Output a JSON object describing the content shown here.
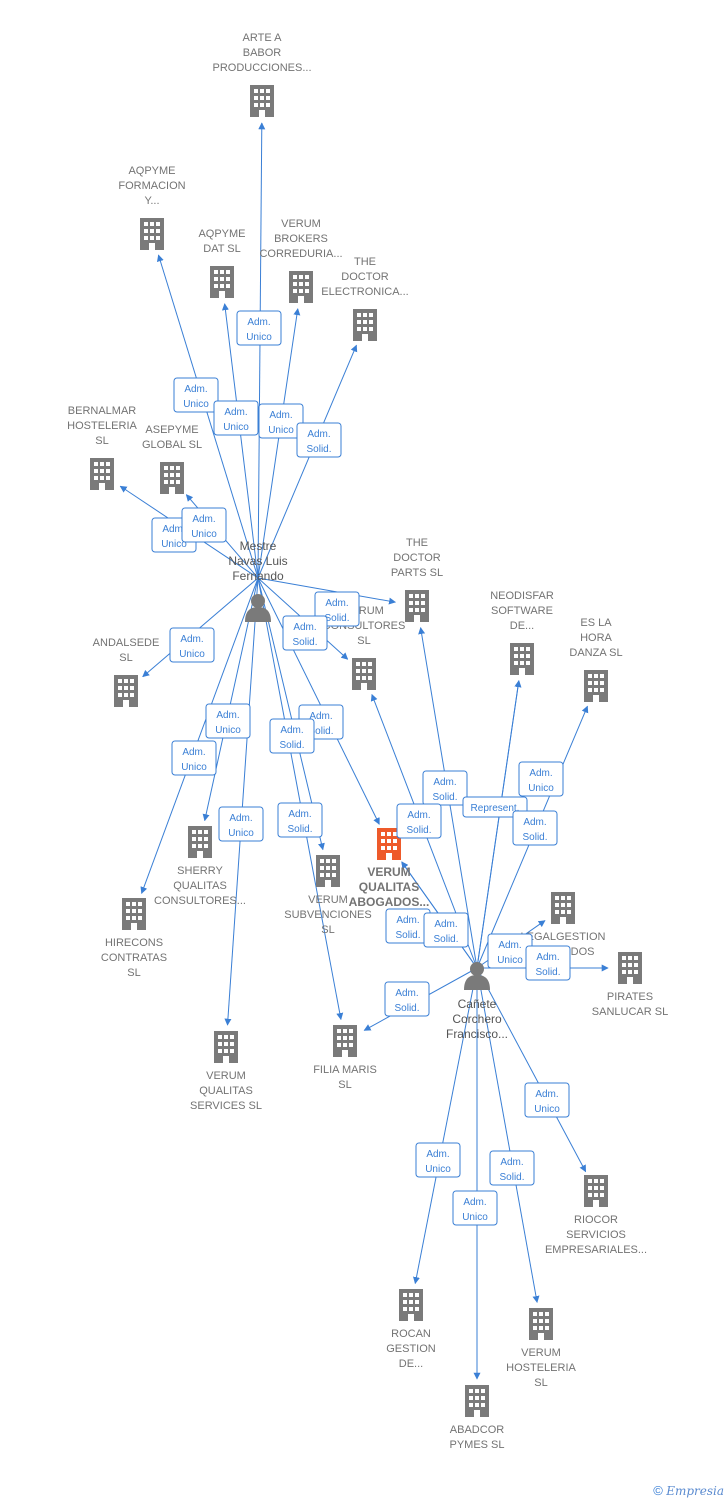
{
  "colors": {
    "edge": "#3a7fd5",
    "building": "#7a7a7a",
    "focus_building": "#ee5a2a",
    "label": "#737373"
  },
  "companies": [
    {
      "id": "arte",
      "lines": [
        "ARTE A",
        "BABOR",
        "PRODUCCIONES..."
      ]
    },
    {
      "id": "aqform",
      "lines": [
        "AQPYME",
        "FORMACION",
        "Y..."
      ]
    },
    {
      "id": "aqdat",
      "lines": [
        "AQPYME",
        "DAT SL"
      ]
    },
    {
      "id": "verbrok",
      "lines": [
        "VERUM",
        "BROKERS",
        "CORREDURIA..."
      ]
    },
    {
      "id": "docelec",
      "lines": [
        "THE",
        "DOCTOR",
        "ELECTRONICA..."
      ]
    },
    {
      "id": "bernal",
      "lines": [
        "BERNALMAR",
        "HOSTELERIA",
        "SL"
      ]
    },
    {
      "id": "asepyme",
      "lines": [
        "ASEPYME",
        "GLOBAL SL"
      ]
    },
    {
      "id": "docparts",
      "lines": [
        "THE",
        "DOCTOR",
        "PARTS  SL"
      ]
    },
    {
      "id": "neodis",
      "lines": [
        "NEODISFAR",
        "SOFTWARE",
        "DE..."
      ]
    },
    {
      "id": "eslahora",
      "lines": [
        "ES LA",
        "HORA",
        "DANZA  SL"
      ]
    },
    {
      "id": "andal",
      "lines": [
        "ANDALSEDE",
        "SL"
      ]
    },
    {
      "id": "verconsult",
      "lines": [
        "VERUM",
        "CONSULTORES",
        "SL"
      ]
    },
    {
      "id": "sherry",
      "lines": [
        "SHERRY",
        "QUALITAS",
        "CONSULTORES..."
      ]
    },
    {
      "id": "hirecons",
      "lines": [
        "HIRECONS",
        "CONTRATAS",
        "SL"
      ]
    },
    {
      "id": "versubv",
      "lines": [
        "VERUM",
        "SUBVENCIONES",
        "SL"
      ]
    },
    {
      "id": "verabog",
      "lines": [
        "VERUM",
        "QUALITAS",
        "ABOGADOS..."
      ],
      "focus": true
    },
    {
      "id": "legal",
      "lines": [
        "LEGALGESTION",
        "ABOGADOS"
      ]
    },
    {
      "id": "pirates",
      "lines": [
        "PIRATES",
        "SANLUCAR  SL"
      ]
    },
    {
      "id": "verserv",
      "lines": [
        "VERUM",
        "QUALITAS",
        "SERVICES  SL"
      ]
    },
    {
      "id": "filia",
      "lines": [
        "FILIA MARIS",
        "SL"
      ]
    },
    {
      "id": "riocor",
      "lines": [
        "RIOCOR",
        "SERVICIOS",
        "EMPRESARIALES..."
      ]
    },
    {
      "id": "rocan",
      "lines": [
        "ROCAN",
        "GESTION",
        "DE..."
      ]
    },
    {
      "id": "verhost",
      "lines": [
        "VERUM",
        "HOSTELERIA",
        "SL"
      ]
    },
    {
      "id": "abadcor",
      "lines": [
        "ABADCOR",
        "PYMES  SL"
      ]
    }
  ],
  "persons": [
    {
      "id": "mestre",
      "lines": [
        "Mestre",
        "Navas Luis",
        "Fernando"
      ]
    },
    {
      "id": "canete",
      "lines": [
        "Cañete",
        "Corchero",
        "Francisco..."
      ]
    }
  ],
  "edges": [
    {
      "from": "mestre",
      "to": "arte",
      "role": [
        "Adm.",
        "Unico"
      ]
    },
    {
      "from": "mestre",
      "to": "aqform",
      "role": [
        "Adm.",
        "Unico"
      ]
    },
    {
      "from": "mestre",
      "to": "aqdat",
      "role": [
        "Adm.",
        "Unico"
      ]
    },
    {
      "from": "mestre",
      "to": "verbrok",
      "role": [
        "Adm.",
        "Unico"
      ]
    },
    {
      "from": "mestre",
      "to": "docelec",
      "role": [
        "Adm.",
        "Solid."
      ]
    },
    {
      "from": "mestre",
      "to": "bernal",
      "role": [
        "Adm.",
        "Unico"
      ]
    },
    {
      "from": "mestre",
      "to": "asepyme",
      "role": [
        "Adm.",
        "Unico"
      ]
    },
    {
      "from": "mestre",
      "to": "docparts",
      "role": [
        "Adm.",
        "Solid."
      ]
    },
    {
      "from": "mestre",
      "to": "verconsult",
      "role": [
        "Adm.",
        "Solid."
      ]
    },
    {
      "from": "mestre",
      "to": "andal",
      "role": [
        "Adm.",
        "Unico"
      ]
    },
    {
      "from": "mestre",
      "to": "sherry",
      "role": [
        "Adm.",
        "Unico"
      ]
    },
    {
      "from": "mestre",
      "to": "hirecons",
      "role": [
        "Adm.",
        "Unico"
      ]
    },
    {
      "from": "mestre",
      "to": "verserv",
      "role": [
        "Adm.",
        "Unico"
      ]
    },
    {
      "from": "mestre",
      "to": "versubv",
      "role": [
        "Adm.",
        "Solid."
      ]
    },
    {
      "from": "mestre",
      "to": "verabog",
      "role": [
        "Adm.",
        "Solid."
      ]
    },
    {
      "from": "mestre",
      "to": "filia",
      "role": [
        "Adm.",
        "Solid."
      ]
    },
    {
      "from": "canete",
      "to": "docparts",
      "role": [
        "Adm.",
        "Solid."
      ]
    },
    {
      "from": "canete",
      "to": "verconsult",
      "role": [
        "Adm.",
        "Solid."
      ]
    },
    {
      "from": "canete",
      "to": "neodis",
      "role": [
        "Represent."
      ]
    },
    {
      "from": "canete",
      "to": "neodis",
      "role": [
        "Adm.",
        "Solid."
      ]
    },
    {
      "from": "canete",
      "to": "eslahora",
      "role": [
        "Adm.",
        "Unico"
      ]
    },
    {
      "from": "canete",
      "to": "verabog",
      "role": [
        "Adm.",
        "Solid."
      ]
    },
    {
      "from": "canete",
      "to": "verabog",
      "role": [
        "Adm.",
        "Solid."
      ]
    },
    {
      "from": "canete",
      "to": "legal",
      "role": [
        "Adm.",
        "Unico"
      ]
    },
    {
      "from": "canete",
      "to": "pirates",
      "role": [
        "Adm.",
        "Solid."
      ]
    },
    {
      "from": "canete",
      "to": "filia",
      "role": [
        "Adm.",
        "Solid."
      ]
    },
    {
      "from": "canete",
      "to": "riocor",
      "role": [
        "Adm.",
        "Unico"
      ]
    },
    {
      "from": "canete",
      "to": "rocan",
      "role": [
        "Adm.",
        "Unico"
      ]
    },
    {
      "from": "canete",
      "to": "verhost",
      "role": [
        "Adm.",
        "Solid."
      ]
    },
    {
      "from": "canete",
      "to": "abadcor",
      "role": [
        "Adm.",
        "Unico"
      ]
    }
  ],
  "footer": {
    "copyright_symbol": "©",
    "brand": "Empresia"
  }
}
